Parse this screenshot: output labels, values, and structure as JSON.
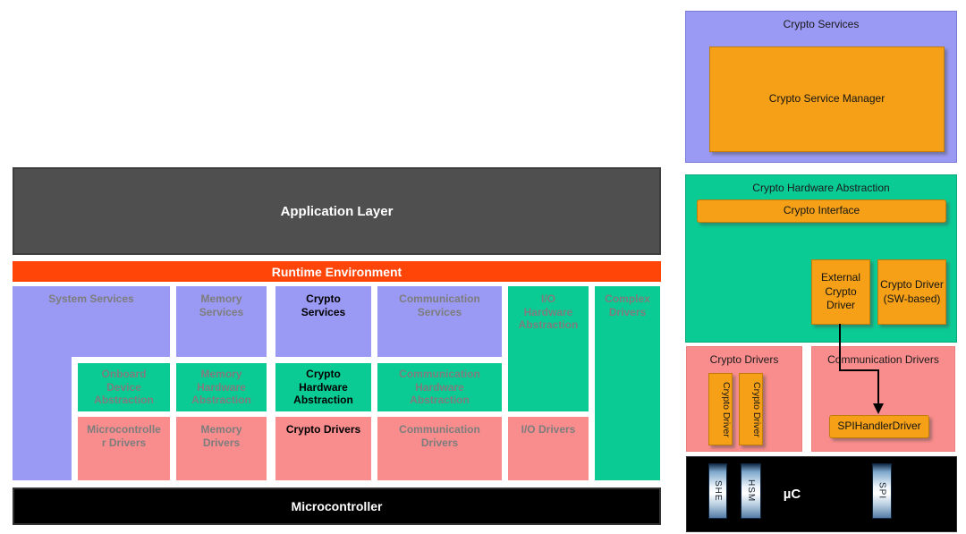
{
  "colors": {
    "purple": "#9a99f3",
    "green": "#0bcb95",
    "pink": "#f98d8d",
    "orange": "#f5a017",
    "runtime_orange": "#ff4507",
    "application_gray": "#4f4f4f",
    "microcontroller_black": "#000000",
    "muted_label_gray": "#7d7d7d"
  },
  "left_diagram": {
    "application_layer": "Application Layer",
    "runtime_environment": "Runtime Environment",
    "microcontroller": "Microcontroller",
    "services": {
      "system": "System Services",
      "memory": "Memory Services",
      "crypto": "Crypto Services",
      "communication": "Communication Services",
      "io_hardware": "I/O Hardware Abstraction",
      "complex": "Complex Drivers"
    },
    "abstraction": {
      "onboard": "Onboard Device Abstraction",
      "memory": "Memory Hardware Abstraction",
      "crypto": "Crypto Hardware Abstraction",
      "communication": "Communication Hardware Abstraction"
    },
    "drivers": {
      "microcontroller": "Microcontroller Drivers",
      "memory": "Memory Drivers",
      "crypto": "Crypto Drivers",
      "communication": "Communication Drivers",
      "io": "I/O Drivers"
    }
  },
  "right_diagram": {
    "crypto_services": {
      "title": "Crypto Services",
      "manager": "Crypto Service Manager"
    },
    "crypto_hardware_abstraction": {
      "title": "Crypto Hardware Abstraction",
      "interface": "Crypto Interface",
      "external_driver": "External Crypto Driver",
      "sw_driver": "Crypto Driver (SW-based)"
    },
    "crypto_drivers": {
      "title": "Crypto Drivers",
      "driver_1": "Crypto Driver",
      "driver_2": "Crypto Driver"
    },
    "communication_drivers": {
      "title": "Communication Drivers",
      "spi_handler": "SPIHandlerDriver"
    },
    "microcontroller": {
      "label": "µC",
      "she": "SHE",
      "hsm": "HSM",
      "spi": "SPI"
    }
  }
}
